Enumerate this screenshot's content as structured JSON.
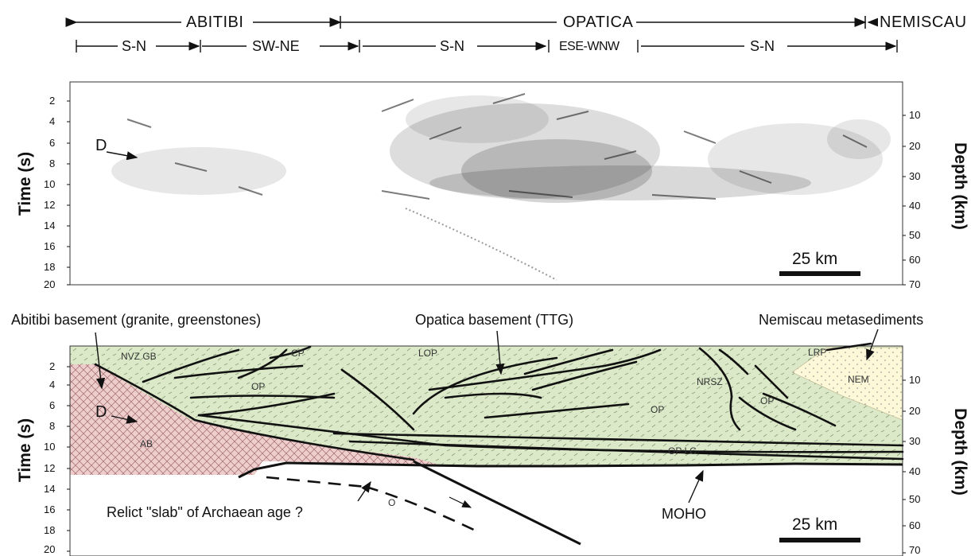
{
  "header": {
    "regions": [
      {
        "label": "ABITIBI"
      },
      {
        "label": "OPATICA"
      },
      {
        "label": "NEMISCAU"
      }
    ],
    "segments": [
      {
        "label": "S-N"
      },
      {
        "label": "SW-NE"
      },
      {
        "label": "S-N"
      },
      {
        "label": "ESE-WNW"
      },
      {
        "label": "S-N"
      }
    ]
  },
  "seismic_panel": {
    "time_ticks": [
      "2",
      "4",
      "6",
      "8",
      "10",
      "12",
      "14",
      "16",
      "18",
      "20"
    ],
    "depth_ticks": [
      "10",
      "20",
      "30",
      "40",
      "50",
      "60",
      "70"
    ],
    "y_label": "Time (s)",
    "y2_label": "Depth (km)",
    "marker": "D",
    "scale_bar": "25 km"
  },
  "interpretation_panel": {
    "time_ticks": [
      "2",
      "4",
      "6",
      "8",
      "10",
      "12",
      "14",
      "16",
      "18",
      "20"
    ],
    "depth_ticks": [
      "10",
      "20",
      "30",
      "40",
      "50",
      "60",
      "70"
    ],
    "y_label": "Time (s)",
    "y2_label": "Depth (km)",
    "scale_bar": "25 km",
    "annotations": {
      "abitibi": "Abitibi basement (granite, greenstones)",
      "opatica": "Opatica basement (TTG)",
      "nemiscau": "Nemiscau metasediments",
      "slab": "Relict \"slab\" of Archaean age ?",
      "moho": "MOHO"
    },
    "unit_labels": {
      "nvz": "NVZ GB",
      "cp": "CP",
      "lop": "LOP",
      "lrp": "LRP",
      "nem": "NEM",
      "op1": "OP",
      "op2": "OP",
      "op3": "OP",
      "nrsz": "NRSZ",
      "d": "D",
      "ab": "AB",
      "oplc": "OP LC",
      "o": "O"
    },
    "colors": {
      "opatica": "#dbe9c8",
      "abitibi": "#eecdcd",
      "nemiscau": "#fdf9d8",
      "fault": "#111111"
    }
  }
}
